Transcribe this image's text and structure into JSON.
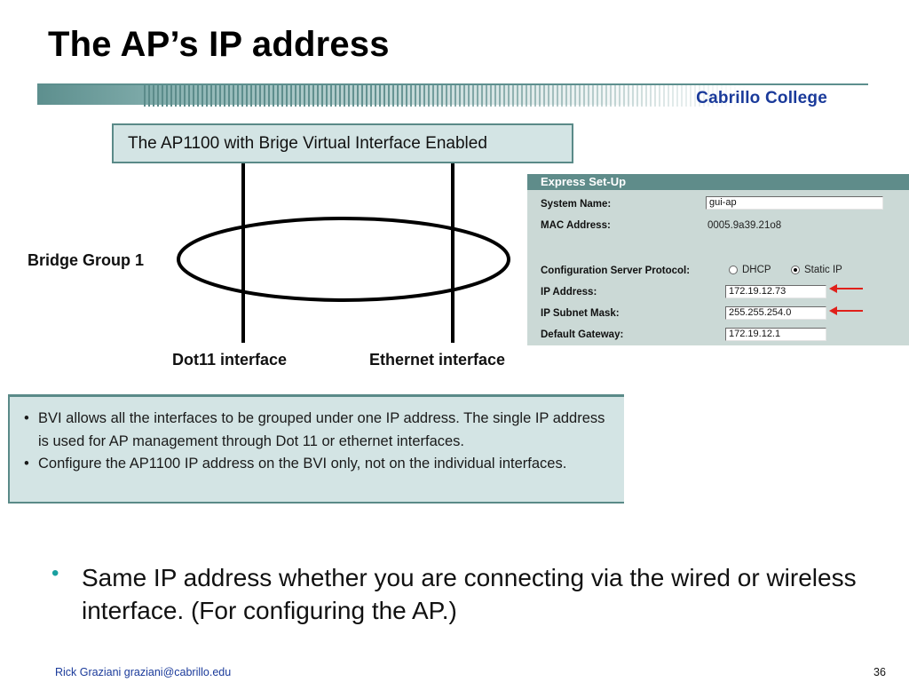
{
  "slide": {
    "title": "The AP’s IP address",
    "banner_text": "Cabrillo College"
  },
  "diagram": {
    "header": "The AP1100 with Brige Virtual Interface Enabled",
    "bridge_label": "Bridge Group 1",
    "left_interface": "Dot11 interface",
    "right_interface": "Ethernet interface"
  },
  "express_setup": {
    "title": "Express Set-Up",
    "system_name_label": "System Name:",
    "system_name_value": "gui-ap",
    "mac_label": "MAC Address:",
    "mac_value": "0005.9a39.21o8",
    "protocol_label": "Configuration Server Protocol:",
    "protocol_options": [
      "DHCP",
      "Static IP"
    ],
    "protocol_selected": "Static IP",
    "ip_label": "IP Address:",
    "ip_value": "172.19.12.73",
    "mask_label": "IP Subnet Mask:",
    "mask_value": "255.255.254.0",
    "gateway_label": "Default  Gateway:",
    "gateway_value": "172.19.12.1",
    "arrow_color": "#e0201a"
  },
  "notes": {
    "bullets": [
      "BVI allows all the interfaces to be grouped under one IP address. The single IP address is used for AP management through Dot 11 or ethernet interfaces.",
      "Configure the AP1100 IP address on the BVI only, not on the individual interfaces."
    ]
  },
  "main_bullet": "Same IP address whether you are connecting via the wired or wireless interface. (For configuring the AP.)",
  "footer": {
    "author": "Rick Graziani  graziani@cabrillo.edu",
    "page": "36"
  }
}
